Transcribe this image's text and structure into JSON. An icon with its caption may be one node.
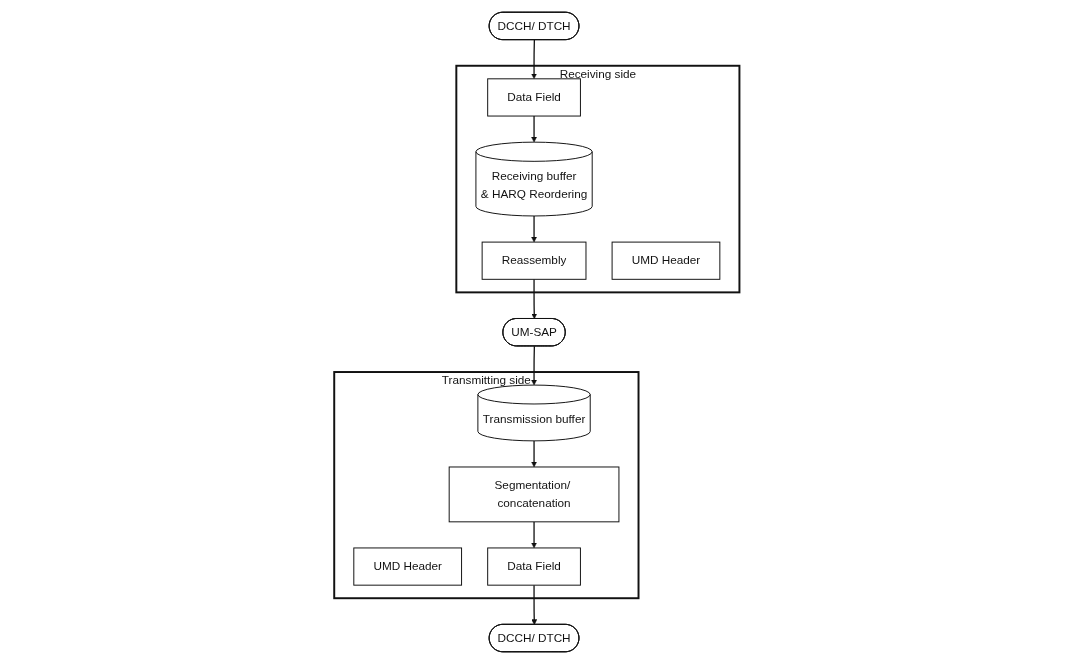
{
  "diagram": {
    "nodes": [
      {
        "text": [
          "UM-SAP"
        ]
      },
      {
        "text": [
          "Transmitting side"
        ]
      },
      {
        "text": [
          "Transmission buffer"
        ],
        "in": 1
      },
      {
        "text": [
          "Segmentation/ concatenation"
        ],
        "in": 1
      },
      {
        "text": [
          "UMD Header"
        ],
        "in": 1
      },
      {
        "text": [
          "Data Field"
        ],
        "in": 1
      },
      {
        "text": [
          "DCCH/ DTCH"
        ]
      },
      {
        "text": [
          "Receiving side"
        ]
      },
      {
        "text": [
          "Reassembly"
        ],
        "in": 7
      },
      {
        "text": [
          "Receiving buffer",
          "& HARQ Reordering"
        ],
        "in": 7
      },
      {
        "text": [
          "UMD Header"
        ],
        "in": 7
      },
      {
        "text": [
          "Data Field"
        ],
        "in": 7
      },
      {
        "text": [
          "DCCH/ DTCH"
        ]
      }
    ],
    "edges": [
      {
        "from": 0,
        "to": 2,
        "arrow": "to"
      },
      {
        "from": 2,
        "to": 3,
        "arrow": "to"
      },
      {
        "from": 3,
        "to": 5,
        "arrow": "to"
      },
      {
        "from": 5,
        "to": 6,
        "arrow": "to"
      },
      {
        "from": 12,
        "to": 11,
        "arrow": "to"
      },
      {
        "from": 11,
        "to": 9,
        "arrow": "to"
      },
      {
        "from": 9,
        "to": 8,
        "arrow": "to"
      },
      {
        "from": 8,
        "to": 0,
        "arrow": "to"
      }
    ]
  }
}
